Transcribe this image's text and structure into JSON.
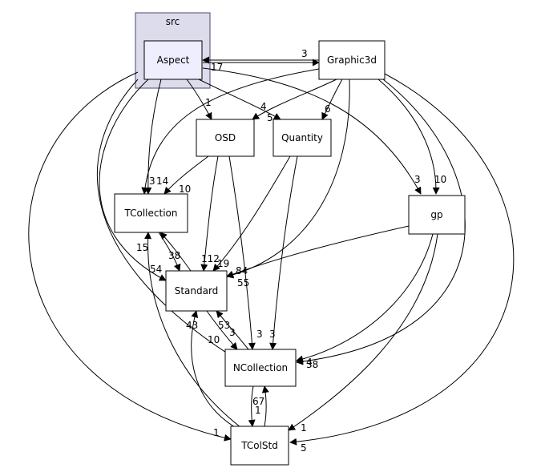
{
  "colors": {
    "cluster_fill": "#dcdcec",
    "cluster_border": "#4a4a6a",
    "node_focus_fill": "#eeeeff",
    "node_fill": "#ffffff",
    "node_border": "#000000",
    "edge": "#000000"
  },
  "diagram": {
    "cluster": {
      "label": "src"
    },
    "nodes": {
      "aspect": "Aspect",
      "graphic3d": "Graphic3d",
      "osd": "OSD",
      "quantity": "Quantity",
      "tcollection": "TCollection",
      "gp": "gp",
      "standard": "Standard",
      "ncollection": "NCollection",
      "tcolstd": "TColStd"
    },
    "edge_labels": {
      "graphic3d_to_aspect": "3",
      "aspect_to_graphic3d": "17",
      "aspect_to_osd": "1",
      "aspect_to_quantity": "4",
      "aspect_to_tcollection": "3",
      "graphic3d_to_tcollection": "14",
      "graphic3d_to_osd": "5",
      "graphic3d_to_quantity": "6",
      "aspect_to_gp": "3",
      "graphic3d_to_gp": "10",
      "osd_to_tcollection": "10",
      "tcollection_to_standard": "38",
      "tcolstd_to_tcollection": "15",
      "aspect_to_standard": "54",
      "osd_to_standard": "112",
      "quantity_to_standard": "19",
      "graphic3d_to_standard": "84",
      "gp_to_standard": "55",
      "standard_to_tcollection": "",
      "ncollection_to_standard": "53",
      "standard_to_ncollection": "3",
      "tcolstd_to_standard": "43",
      "aspect_to_ncollection": "10",
      "osd_to_ncollection": "3",
      "quantity_to_ncollection": "3",
      "gp_to_ncollection": "38",
      "graphic3d_to_ncollection": "4",
      "tcolstd_to_ncollection": "67",
      "ncollection_to_tcolstd": "1",
      "aspect_to_tcolstd": "1",
      "gp_to_tcolstd": "1",
      "graphic3d_to_tcolstd": "5"
    }
  }
}
